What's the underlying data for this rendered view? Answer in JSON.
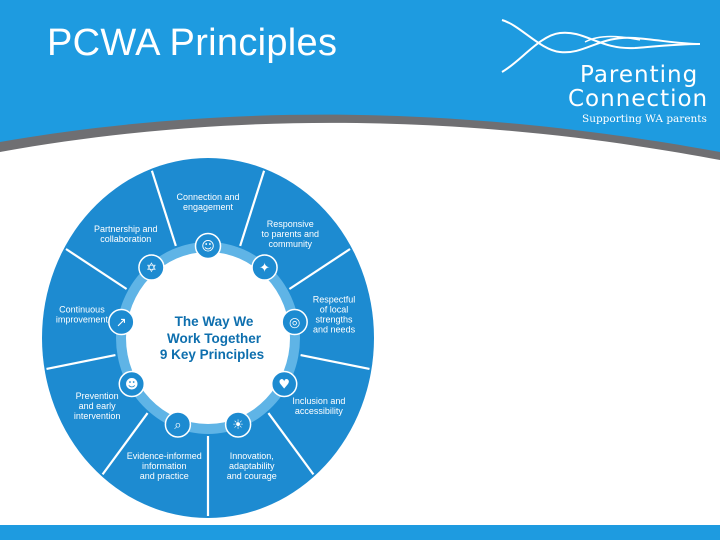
{
  "slide": {
    "title": "PCWA Principles",
    "brand": {
      "line1": "Parenting",
      "line2": "Connection",
      "tagline": "Supporting WA parents"
    }
  },
  "colors": {
    "header_blue": "#1e9be0",
    "swoosh_grey": "#6f6f72",
    "wheel_outer": "#1d8bd1",
    "wheel_inner_ring": "#5fb4e6",
    "center_text": "#0e6fae"
  },
  "diagram": {
    "center": [
      "The Way We",
      "Work Together",
      "9 Key Principles"
    ],
    "principles": [
      {
        "lines": [
          "Connection and",
          "engagement"
        ],
        "icon": "people-icon"
      },
      {
        "lines": [
          "Responsive",
          "to parents and",
          "community"
        ],
        "icon": "network-icon"
      },
      {
        "lines": [
          "Respectful",
          "of local",
          "strengths",
          "and needs"
        ],
        "icon": "location-pin-icon"
      },
      {
        "lines": [
          "Inclusion and",
          "accessibility"
        ],
        "icon": "heart-icon"
      },
      {
        "lines": [
          "Innovation,",
          "adaptability",
          "and courage"
        ],
        "icon": "lightbulb-icon"
      },
      {
        "lines": [
          "Evidence-informed",
          "information",
          "and practice"
        ],
        "icon": "magnifier-icon"
      },
      {
        "lines": [
          "Prevention",
          "and early",
          "intervention"
        ],
        "icon": "family-icon"
      },
      {
        "lines": [
          "Continuous",
          "improvement"
        ],
        "icon": "chart-icon"
      },
      {
        "lines": [
          "Partnership and",
          "collaboration"
        ],
        "icon": "handshake-icon"
      }
    ]
  }
}
